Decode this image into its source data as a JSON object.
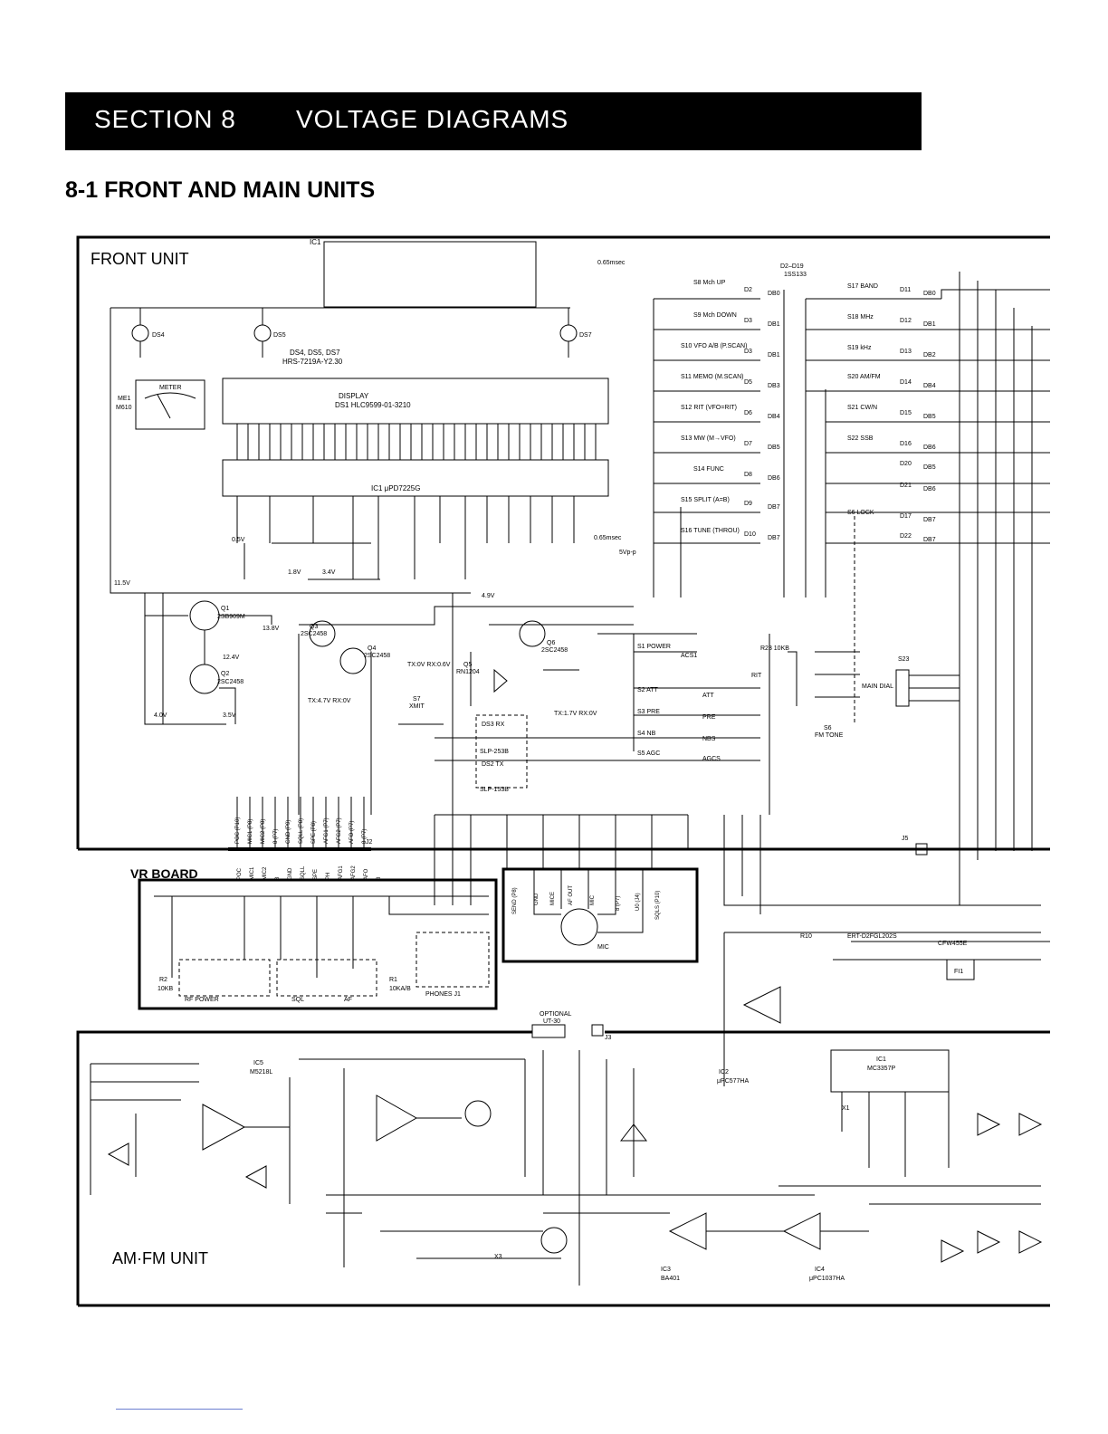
{
  "header": {
    "section": "SECTION  8",
    "title": "VOLTAGE DIAGRAMS",
    "subtitle": "8-1 FRONT AND MAIN UNITS"
  },
  "units": {
    "front": "FRONT UNIT",
    "vr": "VR BOARD",
    "amfm": "AM·FM UNIT"
  },
  "labels": {
    "ic1": "IC1",
    "ic1_chip": "IC1  μPD7225G",
    "display": "DISPLAY",
    "display_part": "DS1  HLC9599-01-3210",
    "lamps": "DS4, DS5, DS7",
    "lamp_part": "HRS-7219A-Y2.30",
    "ds4": "DS4",
    "ds5": "DS5",
    "ds7": "DS7",
    "meter": "METER",
    "me1": "ME1",
    "m610": "M610",
    "d2_d19": "D2–D19",
    "d2_d19_part": "1SS133",
    "pulse_top": "0.65msec",
    "pulse_mid": "0.65msec",
    "pulse_vpp": "5Vp-p",
    "q1": "Q1",
    "q1_part": "2SB909M",
    "q2": "Q2",
    "q2_part": "2SC2458",
    "q3": "Q3",
    "q3_part": "2SC2458",
    "q4": "Q4",
    "q4_part": "2SC2458",
    "q5": "Q5",
    "q5_part": "RN1204",
    "q6": "Q6",
    "q6_part": "2SC2458",
    "ds3": "DS3  RX",
    "ds3_part": "SLP-253B",
    "ds2": "DS2  TX",
    "ds2_part": "SLP-153B",
    "main_dial": "MAIN DIAL",
    "s23": "S23",
    "rit": "RIT",
    "r23": "R23  10KB",
    "s6": "S6",
    "fm_tone": "FM TONE",
    "s7": "S7",
    "xmit": "XMIT",
    "mic": "MIC",
    "phones": "PHONES  J1",
    "optional": "OPTIONAL",
    "ut30": "UT-30",
    "j2": "J2",
    "j3": "J3",
    "j5": "J5",
    "rf_power": "RF POWER",
    "sql": "SQL",
    "af": "AF",
    "r1": "R1",
    "r1_part": "10KA/B",
    "r2": "R2",
    "r2_part": "10KB",
    "ic1_amfm": "IC1",
    "ic1_amfm_part": "MC3357P",
    "ic2_amfm": "IC2",
    "ic2_amfm_part": "μPC577HA",
    "ic3_amfm": "IC3",
    "ic3_amfm_part": "BA401",
    "ic4_amfm": "IC4",
    "ic4_amfm_part": "μPC1037HA",
    "ic5_amfm": "IC5",
    "ic5_amfm_part": "M5218L",
    "fi1": "FI1",
    "fi1_part": "CFW455E",
    "x1": "X1",
    "x3": "X3",
    "r10": "R10",
    "r10_part": "ERT-D2FGL202S",
    "voltage_15v": "11.5V",
    "voltage_138": "13.8V",
    "voltage_49": "4.9V",
    "voltage_124": "12.4V",
    "voltage_34": "3.4V",
    "voltage_18": "1.8V",
    "voltage_05": "0.5V",
    "voltage_35": "3.5V",
    "voltage_40": "4.0V",
    "txrx_47": "TX:4.7V RX:0V",
    "txrx_06": "TX:0V RX:0.6V",
    "txrx_17": "TX:1.7V RX:0V"
  },
  "switches": {
    "left_column": [
      {
        "ref": "S8",
        "name": "Mch UP",
        "diode": "D2",
        "line": "DB0"
      },
      {
        "ref": "S9",
        "name": "Mch DOWN",
        "diode": "D3",
        "line": "DB1"
      },
      {
        "ref": "S10",
        "name": "VFO A/B (P.SCAN)",
        "diode": "D3",
        "line": "DB1"
      },
      {
        "ref": "S11",
        "name": "MEMO (M.SCAN)",
        "diode": "D5",
        "line": "DB3"
      },
      {
        "ref": "S12",
        "name": "RIT (VFO=RIT)",
        "diode": "D6",
        "line": "DB4"
      },
      {
        "ref": "S13",
        "name": "MW (M→VFO)",
        "diode": "D7",
        "line": "DB5"
      },
      {
        "ref": "S14",
        "name": "FUNC",
        "diode": "D8",
        "line": "DB6"
      },
      {
        "ref": "S15",
        "name": "SPLIT (A=B)",
        "diode": "D9",
        "line": "DB7"
      },
      {
        "ref": "S16",
        "name": "TUNE (THROU)",
        "diode": "D10",
        "line": "DB7"
      }
    ],
    "right_column": [
      {
        "ref": "S17",
        "name": "BAND",
        "diode": "D11",
        "line": "DB0"
      },
      {
        "ref": "S18",
        "name": "MHz",
        "diode": "D12",
        "line": "DB1"
      },
      {
        "ref": "S19",
        "name": "kHz",
        "diode": "D13",
        "line": "DB2"
      },
      {
        "ref": "S20",
        "name": "AM/FM",
        "diode": "D14",
        "line": "DB4"
      },
      {
        "ref": "S21",
        "name": "CW/N",
        "diode": "D15",
        "line": "DB5"
      },
      {
        "ref": "S22",
        "name": "SSB",
        "diode": "D16",
        "line": "DB6"
      },
      {
        "ref": "",
        "name": "",
        "diode": "D20",
        "line": "DB5"
      },
      {
        "ref": "",
        "name": "",
        "diode": "D21",
        "line": "DB6"
      },
      {
        "ref": "S6",
        "name": "LOCK",
        "diode": "D17",
        "line": "DB7"
      },
      {
        "ref": "",
        "name": "",
        "diode": "D22",
        "line": "DB7"
      }
    ],
    "mode_group": [
      {
        "ref": "S1",
        "name": "POWER",
        "line": "ACS1"
      },
      {
        "ref": "S2",
        "name": "ATT",
        "line": "ATT"
      },
      {
        "ref": "S3",
        "name": "PRE",
        "line": "PRE"
      },
      {
        "ref": "S4",
        "name": "NB",
        "line": "NBS"
      },
      {
        "ref": "S5",
        "name": "AGC",
        "line": "AGCS"
      }
    ]
  },
  "connector_j2": [
    "POC (P10)",
    "MIC1 (P8)",
    "MIC2 (P8)",
    "8 (P7)",
    "GND (P9)",
    "SQLL (P8)",
    "SPE (P8)",
    "AFG1 (P7)",
    "AFG2 (P7)",
    "AFO (P7)",
    "8 (P7)"
  ],
  "vr_pins": [
    "POC",
    "MIC1",
    "MIC2",
    "8",
    "GND",
    "SQLL",
    "SPE",
    "PH",
    "AFG1",
    "AFG2",
    "AFO",
    "8"
  ],
  "mic_pins": [
    "SEND (P8)",
    "GND",
    "MICE",
    "AF OUT",
    "MIC",
    "8 (P7)",
    "U0 (J4)",
    "SQLS (P10)"
  ]
}
